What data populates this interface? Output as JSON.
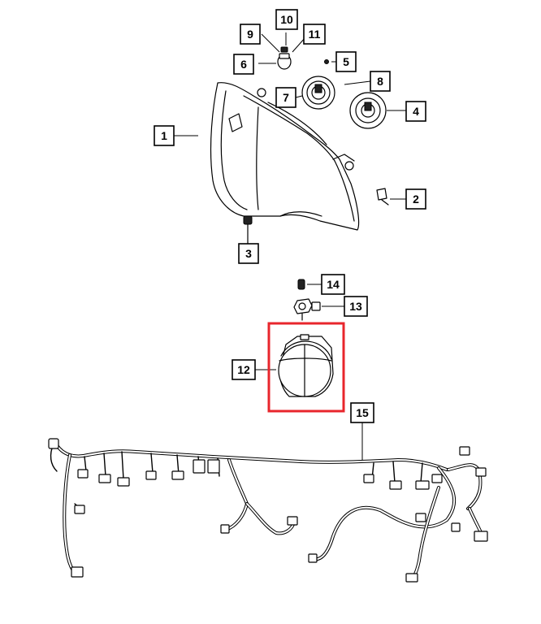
{
  "callouts": [
    {
      "id": "1",
      "label": "1"
    },
    {
      "id": "2",
      "label": "2"
    },
    {
      "id": "3",
      "label": "3"
    },
    {
      "id": "4",
      "label": "4"
    },
    {
      "id": "5",
      "label": "5"
    },
    {
      "id": "6",
      "label": "6"
    },
    {
      "id": "7",
      "label": "7"
    },
    {
      "id": "8",
      "label": "8"
    },
    {
      "id": "9",
      "label": "9"
    },
    {
      "id": "10",
      "label": "10"
    },
    {
      "id": "11",
      "label": "11"
    },
    {
      "id": "12",
      "label": "12"
    },
    {
      "id": "13",
      "label": "13"
    },
    {
      "id": "14",
      "label": "14"
    },
    {
      "id": "15",
      "label": "15"
    }
  ],
  "highlight": {
    "part": "12",
    "color": "#e8262c"
  },
  "colors": {
    "line": "#000000",
    "background": "#ffffff"
  }
}
